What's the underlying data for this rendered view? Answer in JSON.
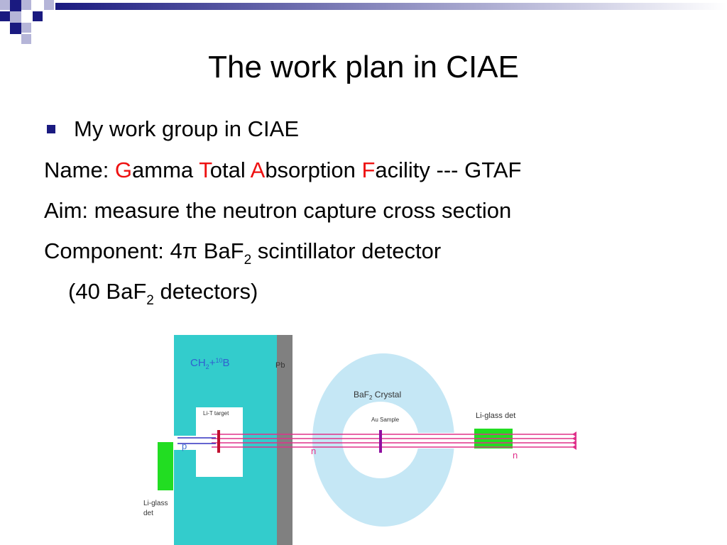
{
  "slide": {
    "title": "The work plan in CIAE",
    "bullet": "My work group in CIAE",
    "name_line": {
      "prefix": "Name: ",
      "parts": [
        {
          "initial": "G",
          "rest": "amma "
        },
        {
          "initial": "T",
          "rest": "otal "
        },
        {
          "initial": "A",
          "rest": "bsorption "
        },
        {
          "initial": "F",
          "rest": "acility --- GTAF"
        }
      ]
    },
    "aim_line": "Aim: measure the neutron capture cross section",
    "component_line": {
      "before": "Component: 4π BaF",
      "sub": "2",
      "after": " scintillator detector"
    },
    "detectors_line": {
      "before": "(40 BaF",
      "sub": "2",
      "after": " detectors)"
    },
    "colors": {
      "highlight": "#ee1111",
      "bullet": "#1a1a80",
      "shield": "#33cccc",
      "lead": "#808080",
      "crystal": "#c5e7f5",
      "detector": "#22dd22",
      "beam": "#e0308a"
    }
  },
  "figure": {
    "shield_label": "CH",
    "shield_label_sub": "2",
    "shield_label_mid": "+",
    "shield_label_sup": "10",
    "shield_label_end": "B",
    "lead_label": "Pb",
    "target_label": "Li-T target",
    "crystal_label": "BaF",
    "crystal_label_sub": "2",
    "crystal_label_end": " Crystal",
    "sample_label": "Au Sample",
    "proton_label": "p",
    "neutron_label_1": "n",
    "neutron_label_2": "n",
    "right_det_label": "Li-glass det",
    "left_det_label_1": "Li-glass",
    "left_det_label_2": "det"
  }
}
